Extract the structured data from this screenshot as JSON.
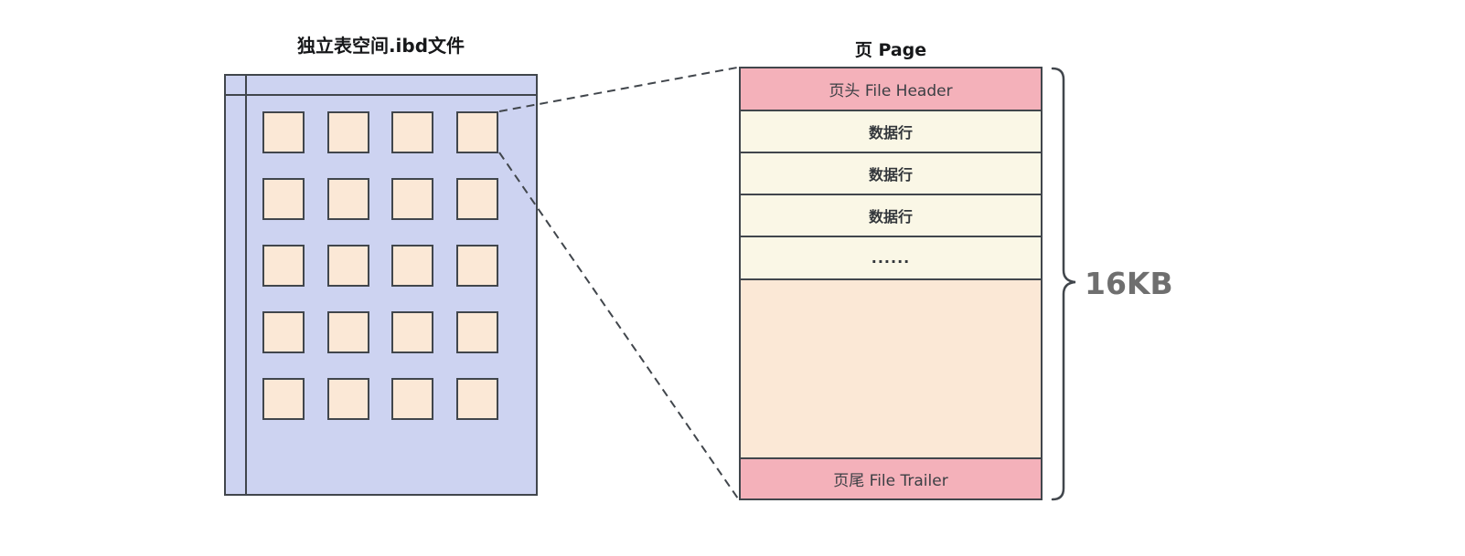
{
  "diagram": {
    "tablespace": {
      "title": "独立表空间.ibd文件",
      "grid": {
        "rows": 5,
        "cols": 4
      }
    },
    "page": {
      "title": "页 Page",
      "rows": [
        {
          "label": "页头 File Header",
          "type": "header"
        },
        {
          "label": "数据行",
          "type": "data"
        },
        {
          "label": "数据行",
          "type": "data"
        },
        {
          "label": "数据行",
          "type": "data"
        },
        {
          "label": "......",
          "type": "ellipsis"
        },
        {
          "label": "",
          "type": "free-space"
        },
        {
          "label": "页尾 File Trailer",
          "type": "trailer"
        }
      ],
      "size_label": "16KB"
    },
    "colors": {
      "lavender": "#cdd3f1",
      "peach": "#fbe8d6",
      "cream": "#faf7e6",
      "pink": "#f4b1ba",
      "border": "#41464c",
      "size_label_gray": "#6f6f6f",
      "cell_text": "#3b3f44",
      "title_text": "#17181a"
    }
  }
}
